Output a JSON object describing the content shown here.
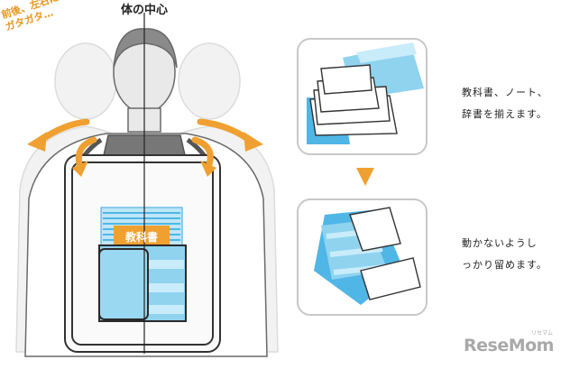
{
  "title": "体の中心",
  "note_lines": [
    "前後、左右に",
    "ガタガタ…"
  ],
  "book_label": "教科書",
  "step1_caption_lines": [
    "教科書、ノート、",
    "辞書を揃えます。"
  ],
  "step2_caption_lines": [
    "動かないようし",
    "っかり留めます。"
  ],
  "logo_text": "ReseMom",
  "logo_kana": "リセマム",
  "colors": {
    "accent_orange": "#f0a030",
    "light_blue": "#8fd3ef",
    "mid_blue": "#4fb6e6",
    "outline": "#222222"
  },
  "icons": [
    "sway-arrow-icon",
    "down-triangle-icon"
  ]
}
